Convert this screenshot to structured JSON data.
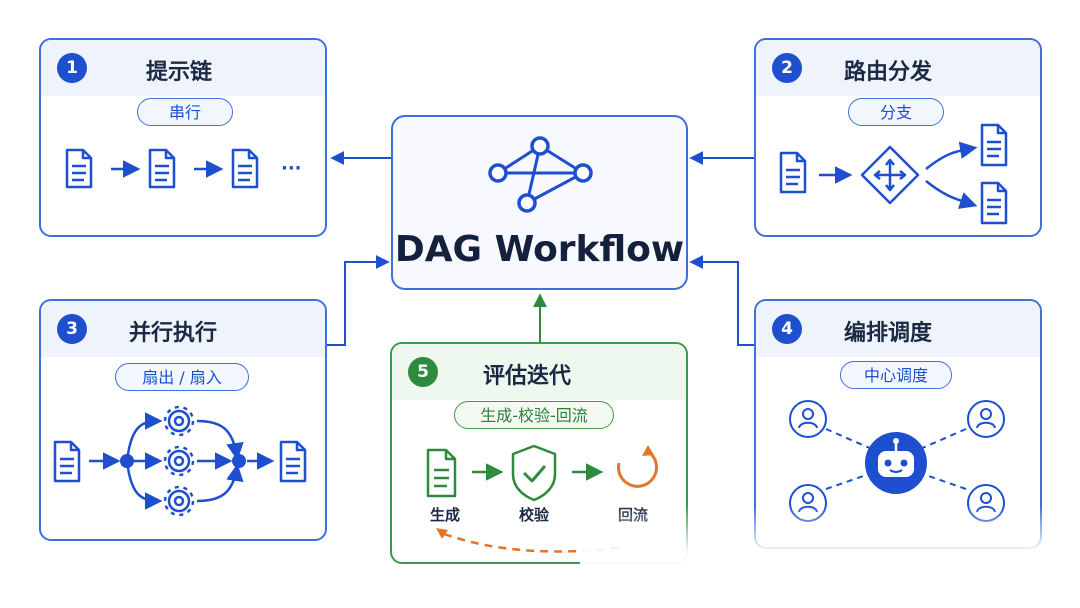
{
  "center": {
    "title": "DAG Workflow"
  },
  "cards": {
    "prompt_chain": {
      "number": "1",
      "title": "提示链",
      "pill": "串行",
      "ellipsis": "···"
    },
    "routing": {
      "number": "2",
      "title": "路由分发",
      "pill": "分支"
    },
    "parallel": {
      "number": "3",
      "title": "并行执行",
      "pill": "扇出 / 扇入"
    },
    "orchestration": {
      "number": "4",
      "title": "编排调度",
      "pill": "中心调度"
    },
    "evaluation": {
      "number": "5",
      "title": "评估迭代",
      "pill": "生成-校验-回流",
      "steps": [
        "生成",
        "校验",
        "回流"
      ]
    }
  },
  "colors": {
    "blue": "#1e4fcf",
    "border_blue": "#3f6fd9",
    "green": "#2e8b3e",
    "orange": "#e2772a"
  }
}
